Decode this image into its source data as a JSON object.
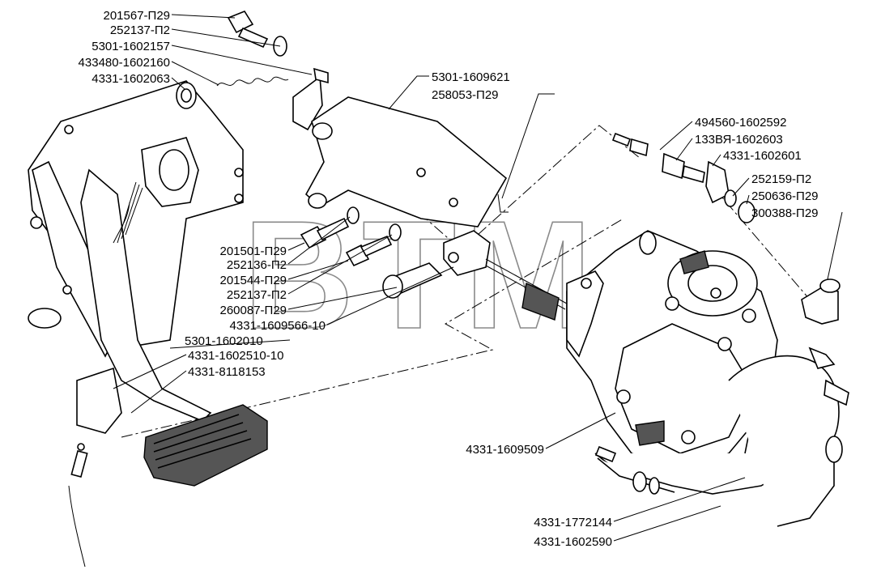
{
  "watermark": "BTM",
  "callouts": [
    {
      "id": "c1",
      "text": "201567-П29"
    },
    {
      "id": "c2",
      "text": "252137-П2"
    },
    {
      "id": "c3",
      "text": "5301-1602157"
    },
    {
      "id": "c4",
      "text": "433480-1602160"
    },
    {
      "id": "c5",
      "text": "4331-1602063"
    },
    {
      "id": "c6",
      "text": "5301-1609621"
    },
    {
      "id": "c7",
      "text": "258053-П29"
    },
    {
      "id": "c8",
      "text": "494560-1602592"
    },
    {
      "id": "c9",
      "text": "133ВЯ-1602603"
    },
    {
      "id": "c10",
      "text": "4331-1602601"
    },
    {
      "id": "c11",
      "text": "252159-П2"
    },
    {
      "id": "c12",
      "text": "250636-П29"
    },
    {
      "id": "c13",
      "text": "300388-П29"
    },
    {
      "id": "c14",
      "text": "201501-П29"
    },
    {
      "id": "c15",
      "text": "252136-П2"
    },
    {
      "id": "c16",
      "text": "201544-П29"
    },
    {
      "id": "c17",
      "text": "252137-П2"
    },
    {
      "id": "c18",
      "text": "260087-П29"
    },
    {
      "id": "c19",
      "text": "4331-1609566-10"
    },
    {
      "id": "c20",
      "text": "5301-1602010"
    },
    {
      "id": "c21",
      "text": "4331-1602510-10"
    },
    {
      "id": "c22",
      "text": "4331-8118153"
    },
    {
      "id": "c23",
      "text": "4331-1609509"
    },
    {
      "id": "c24",
      "text": "4331-1772144"
    },
    {
      "id": "c25",
      "text": "4331-1602590"
    }
  ]
}
